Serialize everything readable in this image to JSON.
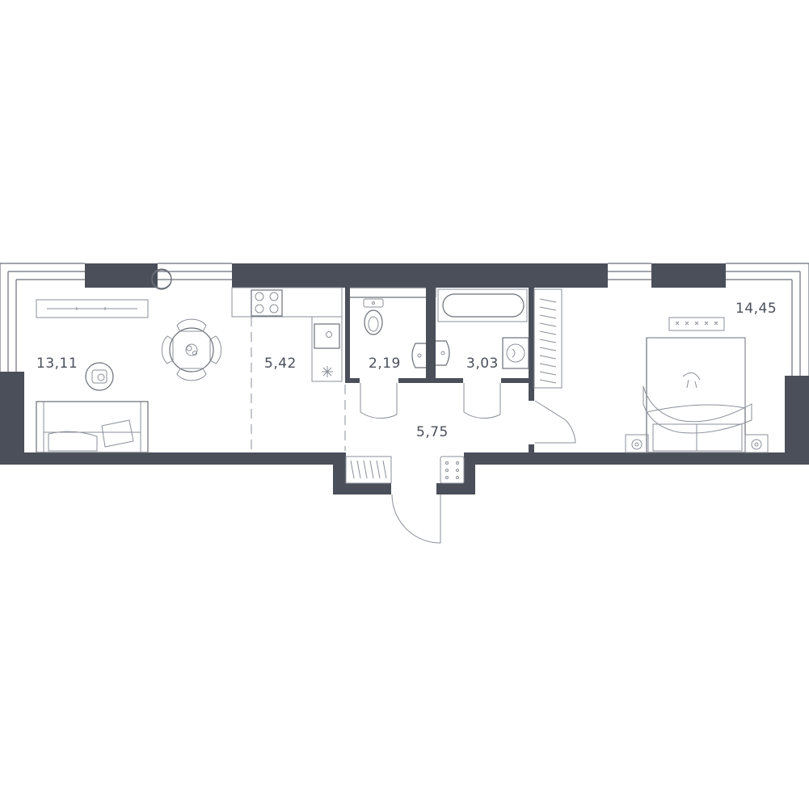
{
  "rooms": {
    "living_room": {
      "area": "13,11"
    },
    "kitchen": {
      "area": "5,42"
    },
    "toilet": {
      "area": "2,19"
    },
    "bathroom": {
      "area": "3,03"
    },
    "hallway": {
      "area": "5,75"
    },
    "bedroom": {
      "area": "14,45"
    }
  },
  "colors": {
    "wall": "#4a4f5a",
    "line": "#8a8f98",
    "background": "#ffffff"
  },
  "icons": [
    "table-icon",
    "chair-icon",
    "sofa-icon",
    "bed-icon",
    "stove-icon",
    "sink-icon",
    "toilet-icon",
    "bathtub-icon",
    "washing-machine-icon",
    "tv-icon",
    "rug-icon",
    "door-icon",
    "window-icon",
    "wardrobe-icon"
  ]
}
